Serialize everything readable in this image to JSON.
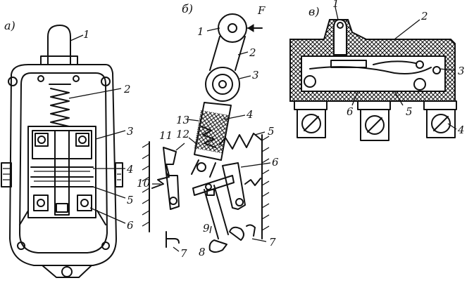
{
  "sections": {
    "a": "a)",
    "b": "б)",
    "c": "в)"
  },
  "labels_a": [
    "1",
    "2",
    "3",
    "4",
    "5",
    "6"
  ],
  "labels_b": [
    "1",
    "2",
    "3",
    "4",
    "5",
    "6",
    "7",
    "7",
    "8",
    "9",
    "10",
    "11",
    "12",
    "13"
  ],
  "force_label": "F",
  "labels_c": [
    "1",
    "2",
    "3",
    "4",
    "5",
    "6"
  ]
}
